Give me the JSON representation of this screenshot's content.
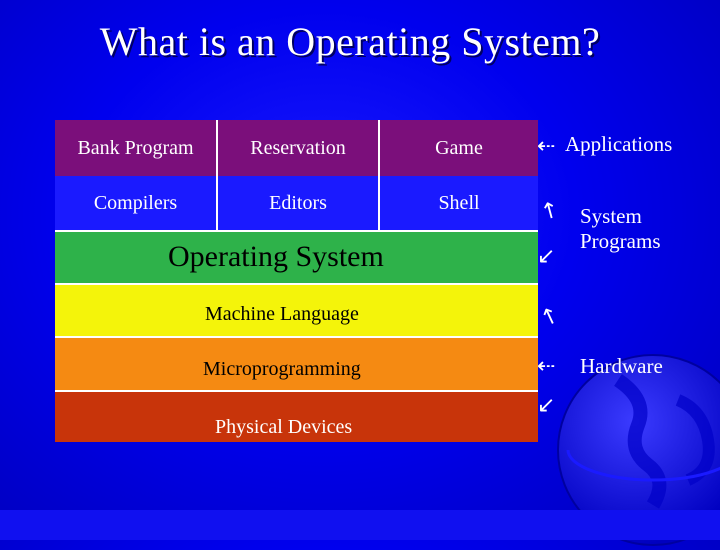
{
  "title": "What is an Operating System?",
  "applications_row": [
    "Bank Program",
    "Reservation",
    "Game"
  ],
  "system_programs_row": [
    "Compilers",
    "Editors",
    "Shell"
  ],
  "layers": {
    "os": "Operating System",
    "machine": "Machine Language",
    "micro": "Microprogramming",
    "physical": "Physical Devices"
  },
  "side_labels": {
    "applications": "Applications",
    "system_programs_1": "System",
    "system_programs_2": "Programs",
    "hardware": "Hardware"
  },
  "colors": {
    "background": "#0000ee",
    "applications_row": "#7b0f7b",
    "system_row": "#1a1aff",
    "os_layer": "#2eb24a",
    "machine_layer": "#f4f40a",
    "micro_layer": "#f58a12",
    "physical_layer": "#c8340a"
  }
}
